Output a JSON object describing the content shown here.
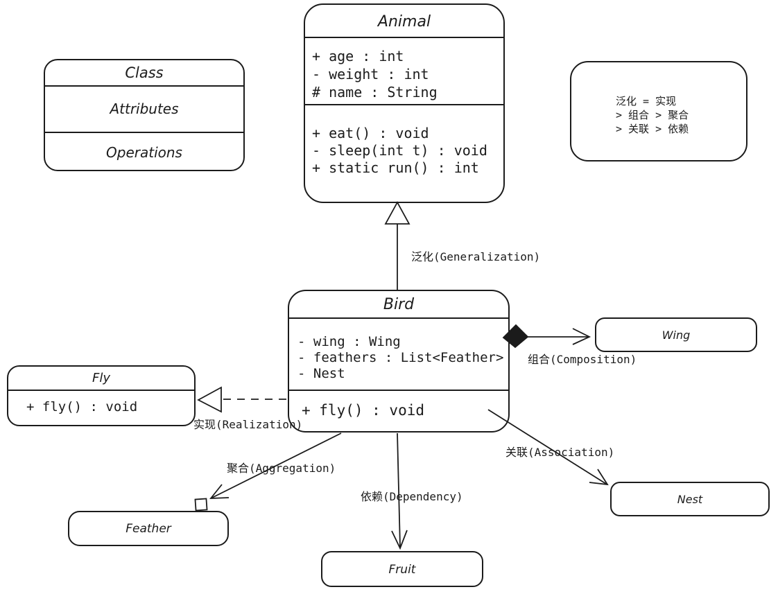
{
  "canvas": {
    "background": "#ffffff",
    "stroke_color": "#1b1b1b"
  },
  "legend_box": {
    "title": "Class",
    "attributes_label": "Attributes",
    "operations_label": "Operations"
  },
  "note_box": {
    "lines": [
      "泛化 = 实现",
      "> 组合 > 聚合",
      "> 关联 > 依赖"
    ]
  },
  "classes": {
    "animal": {
      "title": "Animal",
      "attributes": [
        "+ age : int",
        "- weight : int",
        "# name : String"
      ],
      "operations": [
        "+ eat() : void",
        "- sleep(int t) : void",
        "+ static run() : int"
      ]
    },
    "bird": {
      "title": "Bird",
      "attributes": [
        "- wing : Wing",
        "- feathers : List<Feather>",
        "- Nest"
      ],
      "operations": [
        "+ fly() : void"
      ]
    },
    "fly": {
      "title": "Fly",
      "operations": [
        "+ fly() : void"
      ]
    },
    "wing": {
      "title": "Wing"
    },
    "feather": {
      "title": "Feather"
    },
    "fruit": {
      "title": "Fruit"
    },
    "nest": {
      "title": "Nest"
    }
  },
  "relation_labels": {
    "generalization": "泛化(Generalization)",
    "composition": "组合(Composition)",
    "realization": "实现(Realization)",
    "aggregation": "聚合(Aggregation)",
    "dependency": "依赖(Dependency)",
    "association": "关联(Association)"
  }
}
